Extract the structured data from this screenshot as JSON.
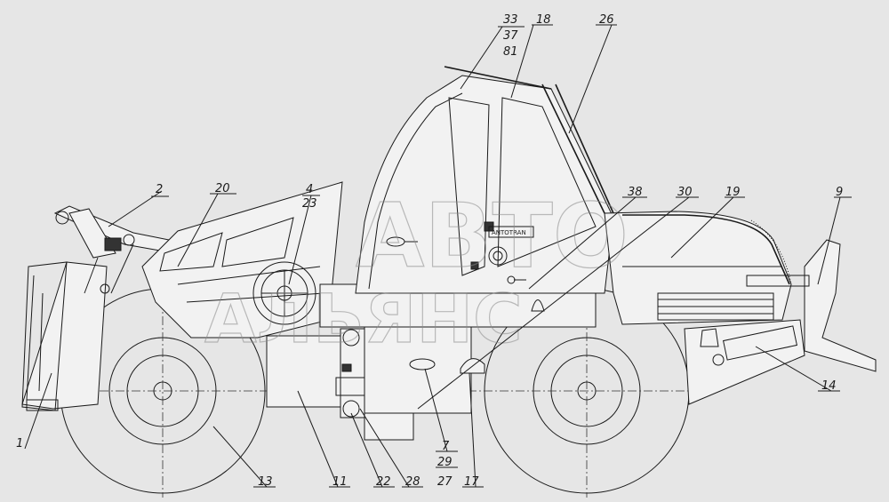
{
  "watermark": {
    "line1": "АВТО",
    "line2": "АЛЬЯНС"
  },
  "cab_badge": "ANTOTRAN",
  "callouts": [
    {
      "id": "c1",
      "text": "1"
    },
    {
      "id": "c2",
      "text": "2"
    },
    {
      "id": "c20",
      "text": "20"
    },
    {
      "id": "c4",
      "text": "4"
    },
    {
      "id": "c23",
      "text": "23"
    },
    {
      "id": "c33",
      "text": "33"
    },
    {
      "id": "c37",
      "text": "37"
    },
    {
      "id": "c81",
      "text": "81"
    },
    {
      "id": "c18",
      "text": "18"
    },
    {
      "id": "c26",
      "text": "26"
    },
    {
      "id": "c38",
      "text": "38"
    },
    {
      "id": "c30",
      "text": "30"
    },
    {
      "id": "c19",
      "text": "19"
    },
    {
      "id": "c9",
      "text": "9"
    },
    {
      "id": "c14",
      "text": "14"
    },
    {
      "id": "c13",
      "text": "13"
    },
    {
      "id": "c11",
      "text": "11"
    },
    {
      "id": "c22",
      "text": "22"
    },
    {
      "id": "c28",
      "text": "28"
    },
    {
      "id": "c7",
      "text": "7"
    },
    {
      "id": "c29",
      "text": "29"
    },
    {
      "id": "c27",
      "text": "27"
    },
    {
      "id": "c17",
      "text": "17"
    }
  ]
}
